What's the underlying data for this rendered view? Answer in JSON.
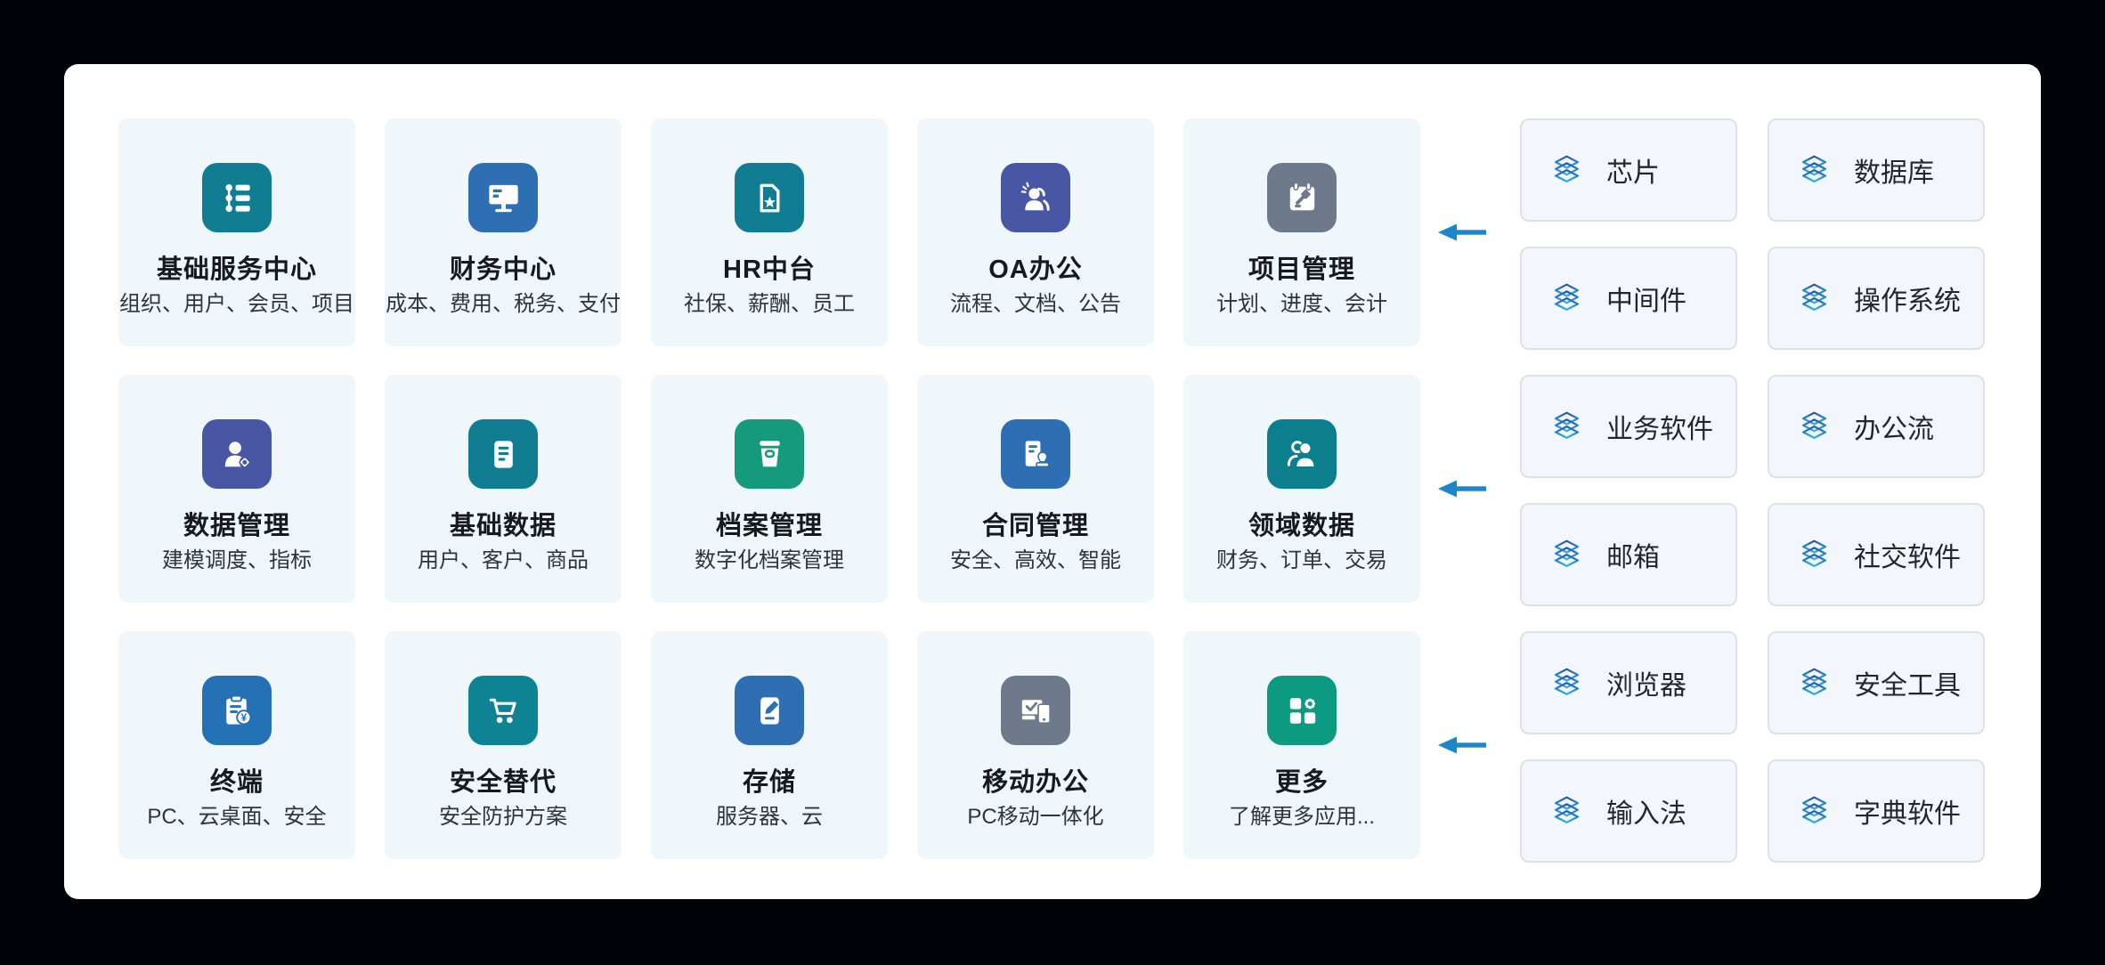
{
  "colors": {
    "background": "#000408",
    "panel": "#FFFFFF",
    "tile_bg": "#EFF7FB",
    "chip_bg": "#F3F6FA",
    "chip_border": "#DCE1EA",
    "arrow": "#1C87C8",
    "title_text": "#16191F",
    "subtitle_text": "#2F333C",
    "chip_label_text": "#23262E",
    "layers_gradient_top": "#2A55A8",
    "layers_gradient_bottom": "#2EB2E8"
  },
  "apps": [
    {
      "title": "基础服务中心",
      "subtitle": "组织、用户、会员、项目",
      "icon": "list-timeline-icon",
      "color": "#107D92"
    },
    {
      "title": "财务中心",
      "subtitle": "成本、费用、税务、支付",
      "icon": "monitor-icon",
      "color": "#2E6FB3"
    },
    {
      "title": "HR中台",
      "subtitle": "社保、薪酬、员工",
      "icon": "document-star-icon",
      "color": "#107D92"
    },
    {
      "title": "OA办公",
      "subtitle": "流程、文档、公告",
      "icon": "people-announce-icon",
      "color": "#4857A5"
    },
    {
      "title": "项目管理",
      "subtitle": "计划、进度、会计",
      "icon": "calendar-gavel-icon",
      "color": "#6E7A8B"
    },
    {
      "title": "数据管理",
      "subtitle": "建模调度、指标",
      "icon": "user-gear-icon",
      "color": "#4857A5"
    },
    {
      "title": "基础数据",
      "subtitle": "用户、客户、商品",
      "icon": "document-lines-icon",
      "color": "#107D92"
    },
    {
      "title": "档案管理",
      "subtitle": "数字化档案管理",
      "icon": "archive-bucket-icon",
      "color": "#159B7C"
    },
    {
      "title": "合同管理",
      "subtitle": "安全、高效、智能",
      "icon": "document-stamp-icon",
      "color": "#2E6FB3"
    },
    {
      "title": "领域数据",
      "subtitle": "财务、订单、交易",
      "icon": "people-icon",
      "color": "#0B7F8E"
    },
    {
      "title": "终端",
      "subtitle": "PC、云桌面、安全",
      "icon": "clipboard-yen-icon",
      "color": "#2471B6"
    },
    {
      "title": "安全替代",
      "subtitle": "安全防护方案",
      "icon": "cart-icon",
      "color": "#0D8394"
    },
    {
      "title": "存储",
      "subtitle": "服务器、云",
      "icon": "note-pen-icon",
      "color": "#2E6FB3"
    },
    {
      "title": "移动办公",
      "subtitle": "PC移动一体化",
      "icon": "devices-check-icon",
      "color": "#6E7A8B"
    },
    {
      "title": "更多",
      "subtitle": "了解更多应用...",
      "icon": "grid-gear-icon",
      "color": "#0C9B80"
    }
  ],
  "ecosystem": [
    {
      "label": "芯片",
      "icon": "layers-icon"
    },
    {
      "label": "数据库",
      "icon": "layers-icon"
    },
    {
      "label": "中间件",
      "icon": "layers-icon"
    },
    {
      "label": "操作系统",
      "icon": "layers-icon"
    },
    {
      "label": "业务软件",
      "icon": "layers-icon"
    },
    {
      "label": "办公流",
      "icon": "layers-icon"
    },
    {
      "label": "邮箱",
      "icon": "layers-icon"
    },
    {
      "label": "社交软件",
      "icon": "layers-icon"
    },
    {
      "label": "浏览器",
      "icon": "layers-icon"
    },
    {
      "label": "安全工具",
      "icon": "layers-icon"
    },
    {
      "label": "输入法",
      "icon": "layers-icon"
    },
    {
      "label": "字典软件",
      "icon": "layers-icon"
    }
  ],
  "arrows": {
    "count": 3,
    "direction": "left"
  }
}
